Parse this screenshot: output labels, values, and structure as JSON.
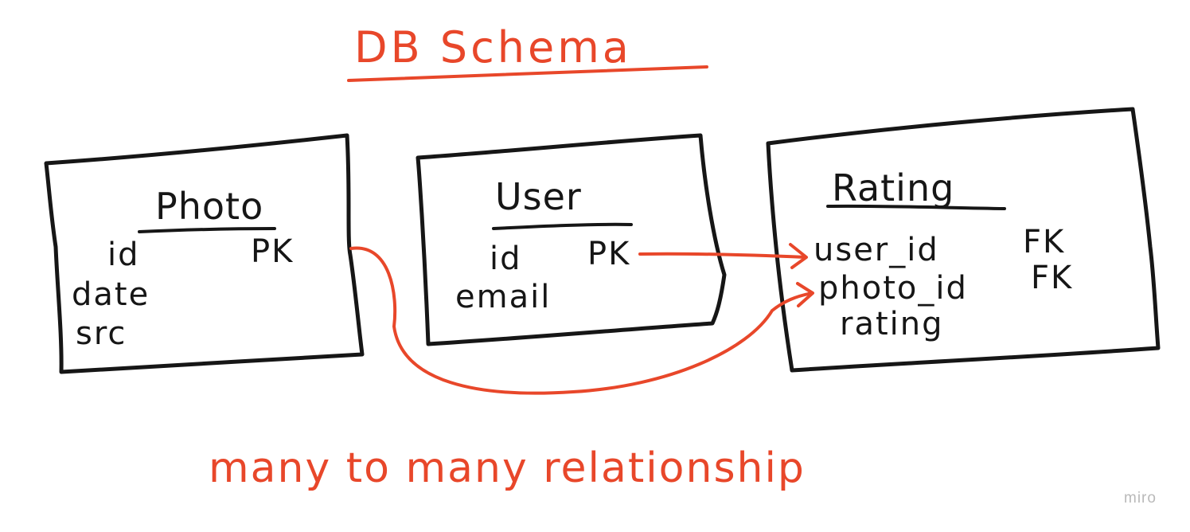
{
  "diagram": {
    "title": "DB Schema",
    "entities": [
      {
        "name": "Photo",
        "fields": [
          {
            "name": "id",
            "key": "PK"
          },
          {
            "name": "date",
            "key": ""
          },
          {
            "name": "src",
            "key": ""
          }
        ]
      },
      {
        "name": "User",
        "fields": [
          {
            "name": "id",
            "key": "PK"
          },
          {
            "name": "email",
            "key": ""
          }
        ]
      },
      {
        "name": "Rating",
        "fields": [
          {
            "name": "user_id",
            "key": "FK"
          },
          {
            "name": "photo_id",
            "key": "FK"
          },
          {
            "name": "rating",
            "key": ""
          }
        ]
      }
    ],
    "relations": [
      {
        "from": "User.id",
        "to": "Rating.user_id"
      },
      {
        "from": "Photo.id",
        "to": "Rating.photo_id"
      }
    ],
    "note": "many to many relationship",
    "watermark": "miro"
  },
  "colors": {
    "ink": "#161616",
    "accent": "#e8472a",
    "watermark": "#b9b9b9"
  }
}
